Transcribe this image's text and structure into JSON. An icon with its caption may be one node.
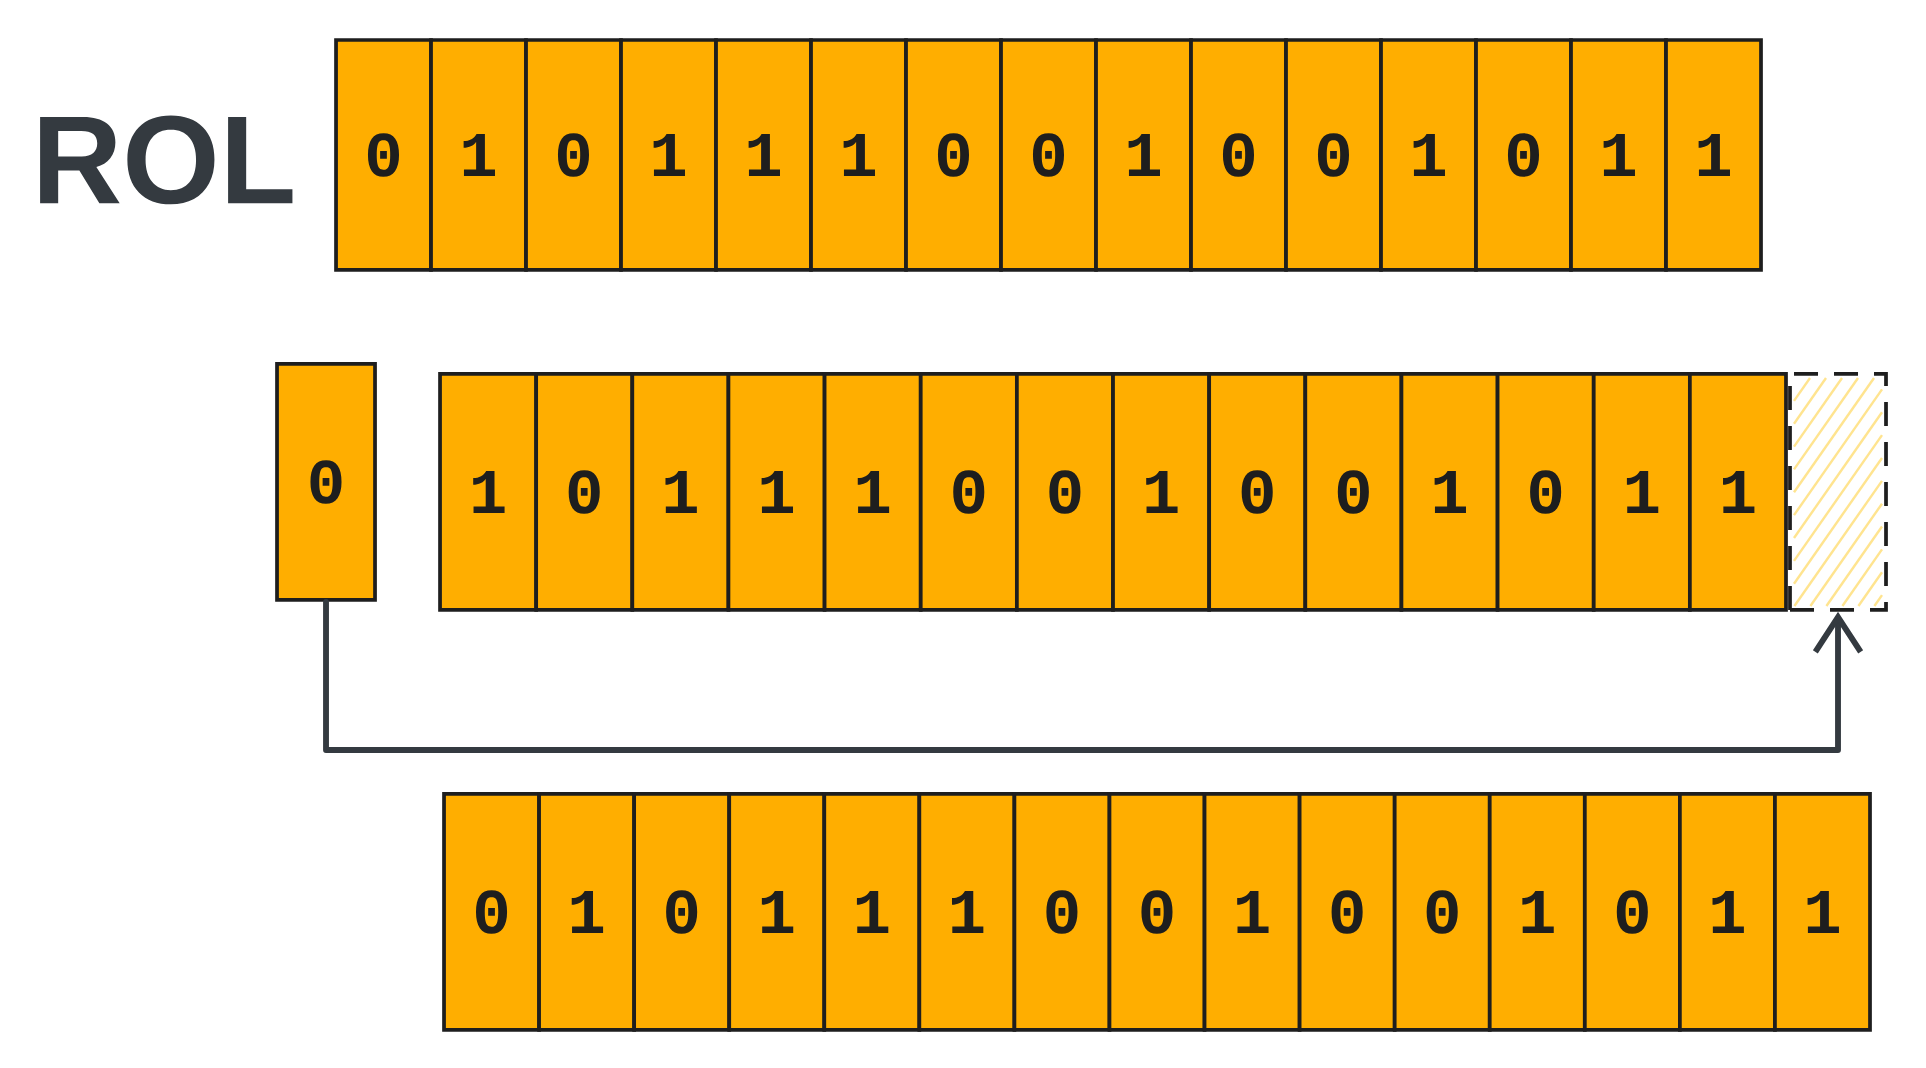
{
  "diagram": {
    "title": "ROL",
    "nodes": [
      {
        "text": [
          "0"
        ]
      },
      {
        "text": [
          "1"
        ]
      },
      {
        "text": [
          "0"
        ]
      },
      {
        "text": [
          "1"
        ]
      },
      {
        "text": [
          "1"
        ]
      },
      {
        "text": [
          "1"
        ]
      },
      {
        "text": [
          "0"
        ]
      },
      {
        "text": [
          "0"
        ]
      },
      {
        "text": [
          "1"
        ]
      },
      {
        "text": [
          "0"
        ]
      },
      {
        "text": [
          "0"
        ]
      },
      {
        "text": [
          "1"
        ]
      },
      {
        "text": [
          "0"
        ]
      },
      {
        "text": [
          "1"
        ]
      },
      {
        "text": [
          "1"
        ]
      },
      {
        "text": [
          "0"
        ]
      },
      {
        "text": [
          "1"
        ]
      },
      {
        "text": [
          "0"
        ]
      },
      {
        "text": [
          "1"
        ]
      },
      {
        "text": [
          "1"
        ]
      },
      {
        "text": [
          "1"
        ]
      },
      {
        "text": [
          "0"
        ]
      },
      {
        "text": [
          "0"
        ]
      },
      {
        "text": [
          "1"
        ]
      },
      {
        "text": [
          "0"
        ]
      },
      {
        "text": [
          "0"
        ]
      },
      {
        "text": [
          "1"
        ]
      },
      {
        "text": [
          "0"
        ]
      },
      {
        "text": [
          "1"
        ]
      },
      {
        "text": [
          "1"
        ]
      },
      {
        "text": [],
        "shape": "box"
      },
      {
        "text": [
          "0"
        ]
      },
      {
        "text": [
          "1"
        ]
      },
      {
        "text": [
          "0"
        ]
      },
      {
        "text": [
          "1"
        ]
      },
      {
        "text": [
          "1"
        ]
      },
      {
        "text": [
          "1"
        ]
      },
      {
        "text": [
          "0"
        ]
      },
      {
        "text": [
          "0"
        ]
      },
      {
        "text": [
          "1"
        ]
      },
      {
        "text": [
          "0"
        ]
      },
      {
        "text": [
          "0"
        ]
      },
      {
        "text": [
          "1"
        ]
      },
      {
        "text": [
          "0"
        ]
      },
      {
        "text": [
          "1"
        ]
      },
      {
        "text": [
          "1"
        ]
      }
    ],
    "edges": [
      {
        "from": 15,
        "to": 30,
        "arrow": "to"
      }
    ]
  }
}
